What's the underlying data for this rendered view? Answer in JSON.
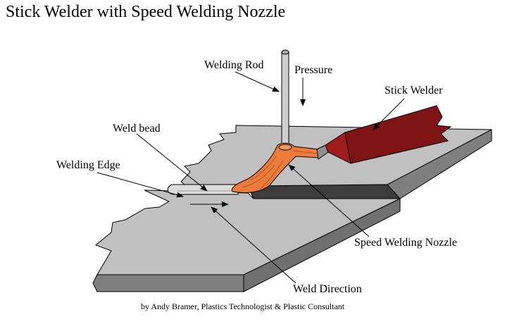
{
  "title": "Stick Welder with Speed Welding Nozzle",
  "labels": {
    "welding_rod": "Welding Rod",
    "pressure": "Pressure",
    "stick_welder": "Stick Welder",
    "weld_bead": "Weld bead",
    "welding_edge": "Welding Edge",
    "speed_welding_nozzle": "Speed Welding Nozzle",
    "weld_direction": "Weld Direction"
  },
  "credit": "by Andy Bramer, Plastics Technologist & Plastic Consultant",
  "colors": {
    "plate_top": "#c0c0c0",
    "plate_side": "#7f7f7f",
    "welder_front": "#a01c1c",
    "welder_side": "#7e1414",
    "nozzle": "#ed7c3c",
    "rod": "#cfcfcf"
  }
}
